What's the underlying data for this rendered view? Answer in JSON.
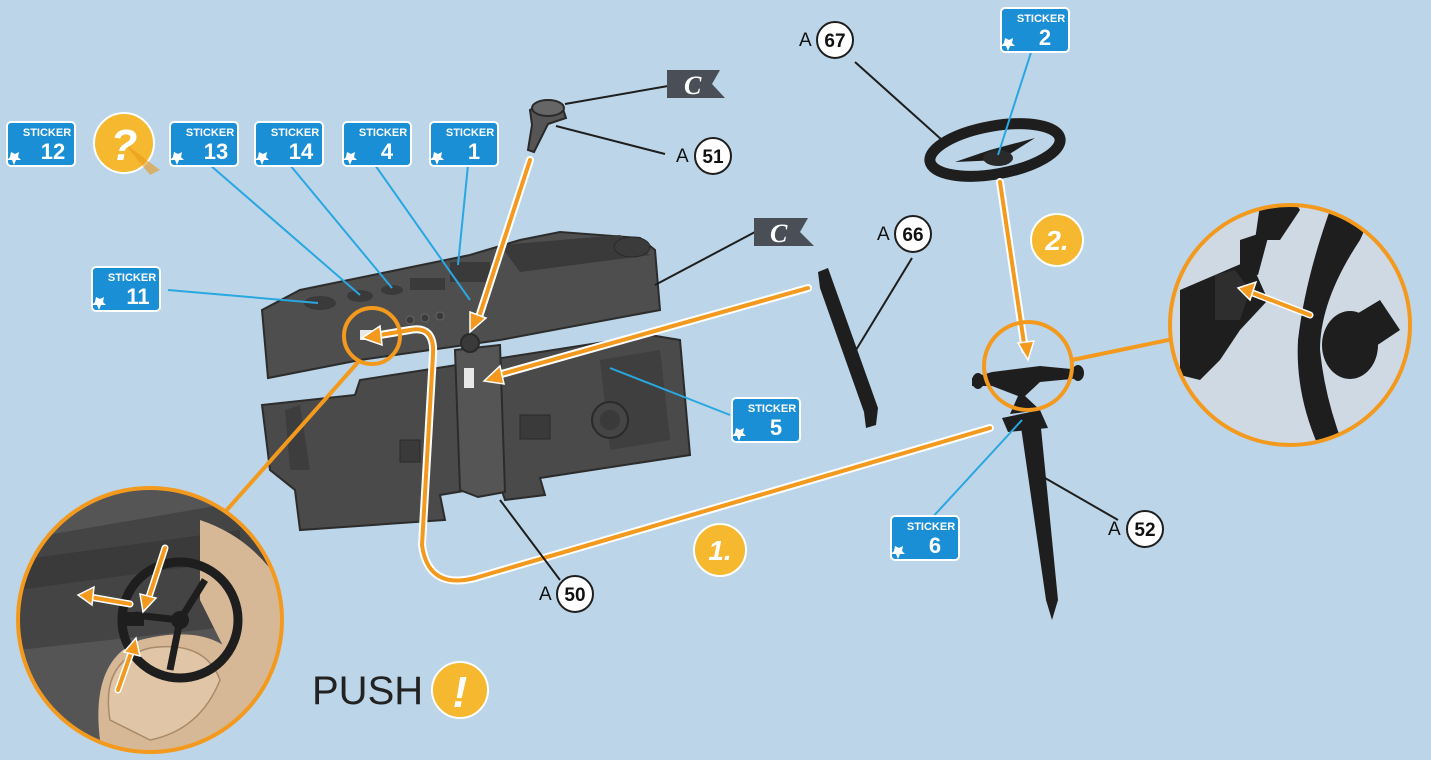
{
  "stickers": [
    {
      "id": "s12",
      "label": "STICKER",
      "number": "12"
    },
    {
      "id": "s13",
      "label": "STICKER",
      "number": "13"
    },
    {
      "id": "s14",
      "label": "STICKER",
      "number": "14"
    },
    {
      "id": "s4",
      "label": "STICKER",
      "number": "4"
    },
    {
      "id": "s1",
      "label": "STICKER",
      "number": "1"
    },
    {
      "id": "s11",
      "label": "STICKER",
      "number": "11"
    },
    {
      "id": "s2",
      "label": "STICKER",
      "number": "2"
    },
    {
      "id": "s5",
      "label": "STICKER",
      "number": "5"
    },
    {
      "id": "s6",
      "label": "STICKER",
      "number": "6"
    }
  ],
  "parts": [
    {
      "id": "p67",
      "letter": "A",
      "number": "67"
    },
    {
      "id": "p51",
      "letter": "A",
      "number": "51"
    },
    {
      "id": "p66",
      "letter": "A",
      "number": "66"
    },
    {
      "id": "p52",
      "letter": "A",
      "number": "52"
    },
    {
      "id": "p50",
      "letter": "A",
      "number": "50"
    }
  ],
  "flags": [
    {
      "id": "f1",
      "letter": "C"
    },
    {
      "id": "f2",
      "letter": "C"
    }
  ],
  "steps": [
    {
      "id": "step1",
      "label": "1."
    },
    {
      "id": "step2",
      "label": "2."
    }
  ],
  "push": {
    "label": "PUSH",
    "icon": "!"
  },
  "question": {
    "icon": "?"
  },
  "colors": {
    "background": "#bcd5e8",
    "accent_orange": "#f39a1e",
    "sticker_blue": "#1a8fd6",
    "callout_line_blue": "#29a7e1",
    "badge_yellow": "#f5b82e",
    "part_dark": "#4a4a4a",
    "flag_dark": "#4a4f57"
  }
}
